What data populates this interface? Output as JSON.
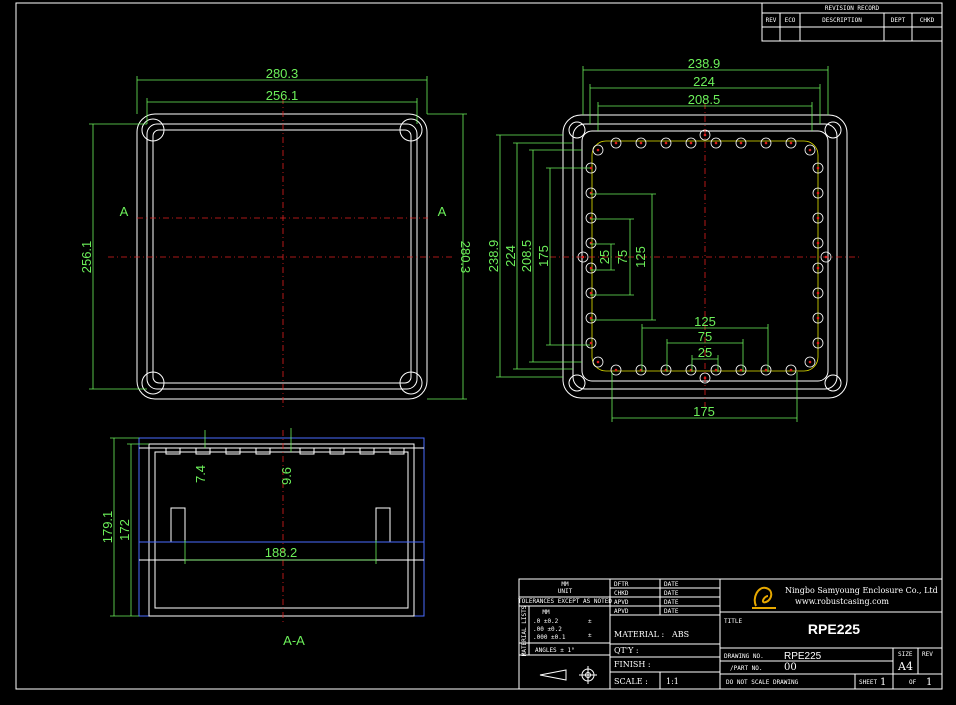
{
  "revision_record": {
    "title": "REVISION RECORD",
    "headers": [
      "REV",
      "ECO",
      "DESCRIPTION",
      "DEPT",
      "CHKD"
    ]
  },
  "top_view": {
    "width_outer": "280.3",
    "width_inner": "256.1",
    "height_outer": "280.3",
    "height_inner": "256.1",
    "section_mark_left": "A",
    "section_mark_right": "A"
  },
  "bottom_view": {
    "w1": "238.9",
    "w2": "224",
    "w3": "208.5",
    "h1": "238.9",
    "h2": "224",
    "h3": "208.5",
    "h4": "175",
    "v_125": "125",
    "v_75": "75",
    "v_25": "25",
    "b_125": "125",
    "b_75": "75",
    "b_25": "25",
    "b_175": "175"
  },
  "section_view": {
    "height_total": "179.1",
    "height_body": "172",
    "dim_74": "7.4",
    "dim_96": "9.6",
    "inner_width": "188.2",
    "label": "A-A"
  },
  "title_block": {
    "company": "Ningbo Samyoung Enclosure Co., Ltd",
    "website": "www.robustcasing.com",
    "title_label": "TITLE",
    "title_value": "RPE225",
    "material_label": "MATERIAL :",
    "material_value": "ABS",
    "qty_label": "QT'Y :",
    "finish_label": "FINISH :",
    "scale_label": "SCALE :",
    "scale_value": "1:1",
    "drawing_no_label": "DRAWING NO.",
    "drawing_no_value": "RPE225",
    "part_no_label": "/PART NO.",
    "part_no_value": "00",
    "size_label": "SIZE",
    "size_value": "A4",
    "rev_label": "REV",
    "dont_scale": "DO NOT SCALE DRAWING",
    "sheet_label": "SHEET",
    "sheet_value": "1",
    "of_label": "OF",
    "of_value": "1",
    "mm_label": "MM",
    "unit_label": "UNIT",
    "tolerance_note": "TOLERANCES EXCEPT AS NOTED",
    "tol_header": "MM",
    "tol_rows": [
      ".0 ±0.2",
      ".00 ±0.2",
      ".000 ±0.1"
    ],
    "angles": "ANGLES ± 1°",
    "material_side": "MATERIAL LISTS",
    "sign_rows": [
      "DFTR",
      "CHKD",
      "APVD",
      "APVD"
    ],
    "date_rows": [
      "DATE",
      "DATE",
      "DATE",
      "DATE"
    ]
  }
}
